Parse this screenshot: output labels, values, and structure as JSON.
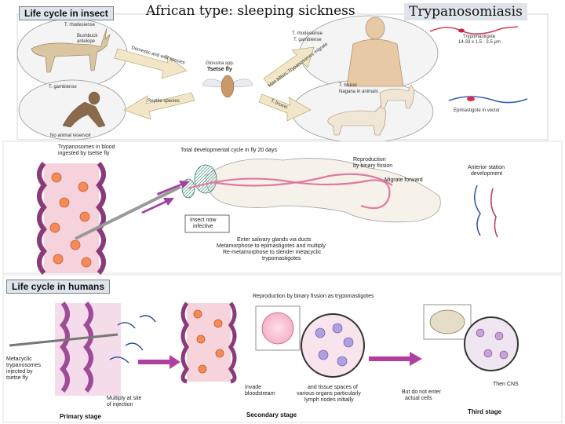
{
  "top": {
    "life_cycle_insect": "Life cycle in insect",
    "main_title": "African type: sleeping sickness",
    "trypanosomiasis": "Trypanosomiasis",
    "antelope_label_1": "T. rhodesiense",
    "antelope_label_2": "Bushbuck",
    "antelope_label_3": "antelope",
    "arrow_left_text": "Domestic and wild species",
    "center_label_1": "Glossina spp.",
    "center_label_2": "Tsetse fly",
    "man_label_1": "T. rhodesiense",
    "man_label_2": "T. gambiense",
    "arrow_right_text": "Man bitten; Trypanosomes migrate",
    "gambiense_label": "T. gambiense",
    "gambiense_sub": "No animal reservoir",
    "arrow_bl_text": "Reptile species",
    "brucei_label_1": "T. brucei",
    "brucei_label_2": "Nagana in animals",
    "arrow_br_text": "T. brucei",
    "trypomastigote_label_1": "Trypomastigote",
    "trypomastigote_label_2": "14-33 x 1.5 - 3.5 μm",
    "epimastigote_label": "Epimastigote in vector"
  },
  "fly": {
    "blood_label_1": "Trypanosomes in blood",
    "blood_label_2": "ingested by tsetse fly",
    "cycle_label": "Total developmental cycle in fly 20 days",
    "reproduction_1": "Reproduction",
    "reproduction_2": "by binary fission",
    "migrate": "Migrate forward",
    "anterior_1": "Anterior station",
    "anterior_2": "development",
    "insect_now_1": "Insect now",
    "insect_now_2": "infective",
    "salivary_1": "Enter salivary glands via ducts",
    "salivary_2": "Metamorphose to epimastigotes and multiply",
    "salivary_3": "Re-metamorphose to slender metacyclic",
    "salivary_4": "trypomastigotes"
  },
  "humans": {
    "heading": "Life cycle in humans",
    "reproduction_label": "Reproduction by binary fission as trypomastigotes",
    "metacyclic_1": "Metacyclic",
    "metacyclic_2": "trypanosomes",
    "metacyclic_3": "injected by",
    "metacyclic_4": "tsetse fly",
    "multiply_1": "Multiply at site",
    "multiply_2": "of injection",
    "invade_1": "Invade",
    "invade_2": "bloodstream",
    "tissue_1": "and tissue spaces of",
    "tissue_2": "various organs particularly",
    "tissue_3": "lymph nodes initially",
    "not_enter_1": "But do not enter",
    "not_enter_2": "actual cells",
    "then_cns": "Then CNS",
    "primary_stage": "Primary stage",
    "secondary_stage": "Secondary stage",
    "third_stage": "Third stage"
  }
}
